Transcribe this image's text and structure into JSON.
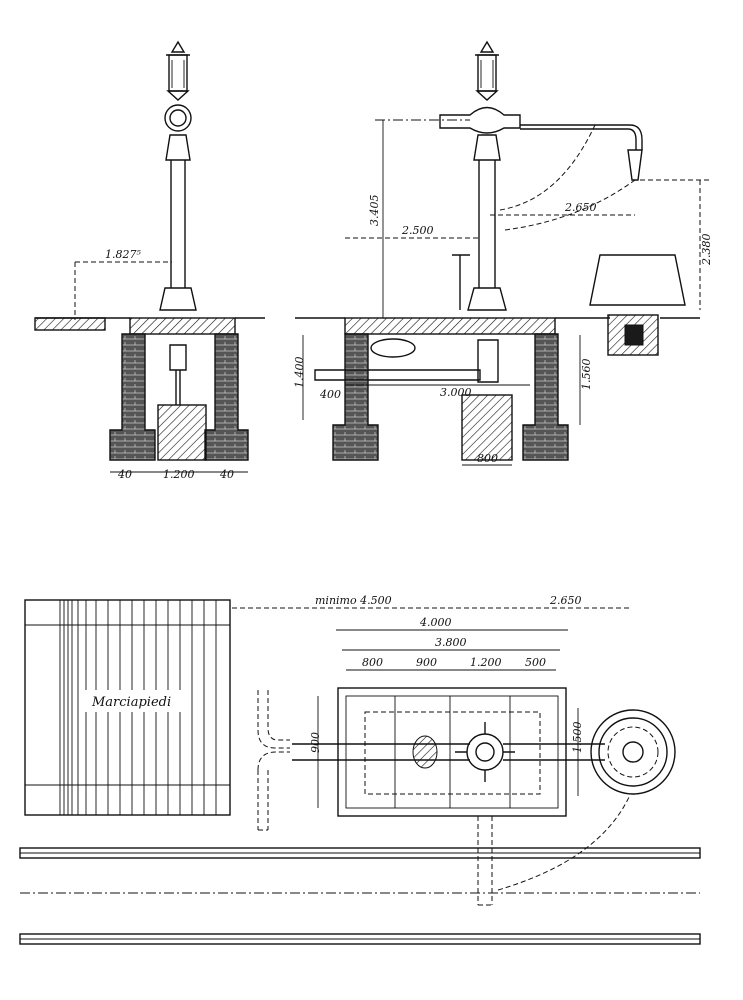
{
  "diagram": {
    "left_elevation": {
      "dim_height": "1.827⁵",
      "dim_base": [
        "40",
        "1.200",
        "40"
      ]
    },
    "right_elevation": {
      "dim_3405": "3.405",
      "dim_2500": "2.500",
      "dim_2650": "2.650",
      "dim_2380": "2.380",
      "dim_1400": "1.400",
      "dim_400": "400",
      "dim_3000": "3.000",
      "dim_1560": "1.560",
      "dim_800": "800"
    },
    "plan": {
      "label_platform": "Marciapiedi",
      "dim_min": "minimo 4.500",
      "dim_2650": "2.650",
      "dim_4000": "4.000",
      "dim_3800": "3.800",
      "dims_row": [
        "800",
        "900",
        "1.200",
        "500"
      ],
      "dim_900": "900",
      "dim_1500": "1.500"
    }
  }
}
